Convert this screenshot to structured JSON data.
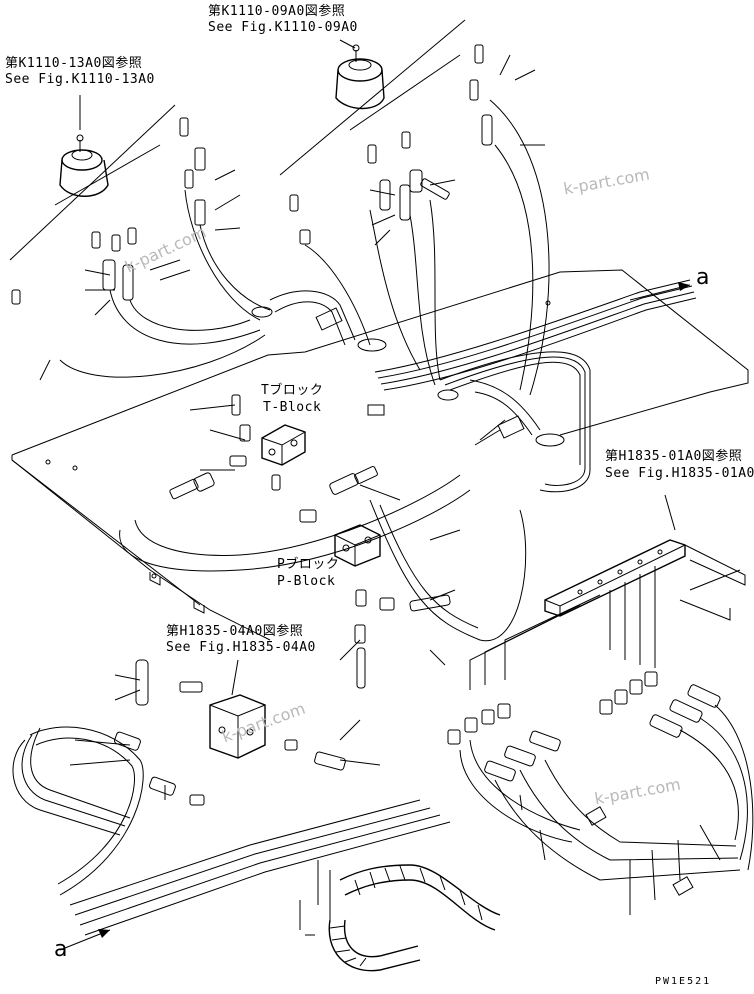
{
  "refs": {
    "k1110_09a0_jp": "第K1110-09A0図参照",
    "k1110_09a0_en": "See Fig.K1110-09A0",
    "k1110_13a0_jp": "第K1110-13A0図参照",
    "k1110_13a0_en": "See Fig.K1110-13A0",
    "h1835_01a0_jp": "第H1835-01A0図参照",
    "h1835_01a0_en": "See Fig.H1835-01A0",
    "h1835_04a0_jp": "第H1835-04A0図参照",
    "h1835_04a0_en": "See Fig.H1835-04A0"
  },
  "blocks": {
    "t_jp": "Tブロック",
    "t_en": "T-Block",
    "p_jp": "Pブロック",
    "p_en": "P-Block"
  },
  "arrows": {
    "a_top": "a",
    "a_bottom": "a"
  },
  "watermark": "k-part.com",
  "drawing_code": "PW1E521"
}
